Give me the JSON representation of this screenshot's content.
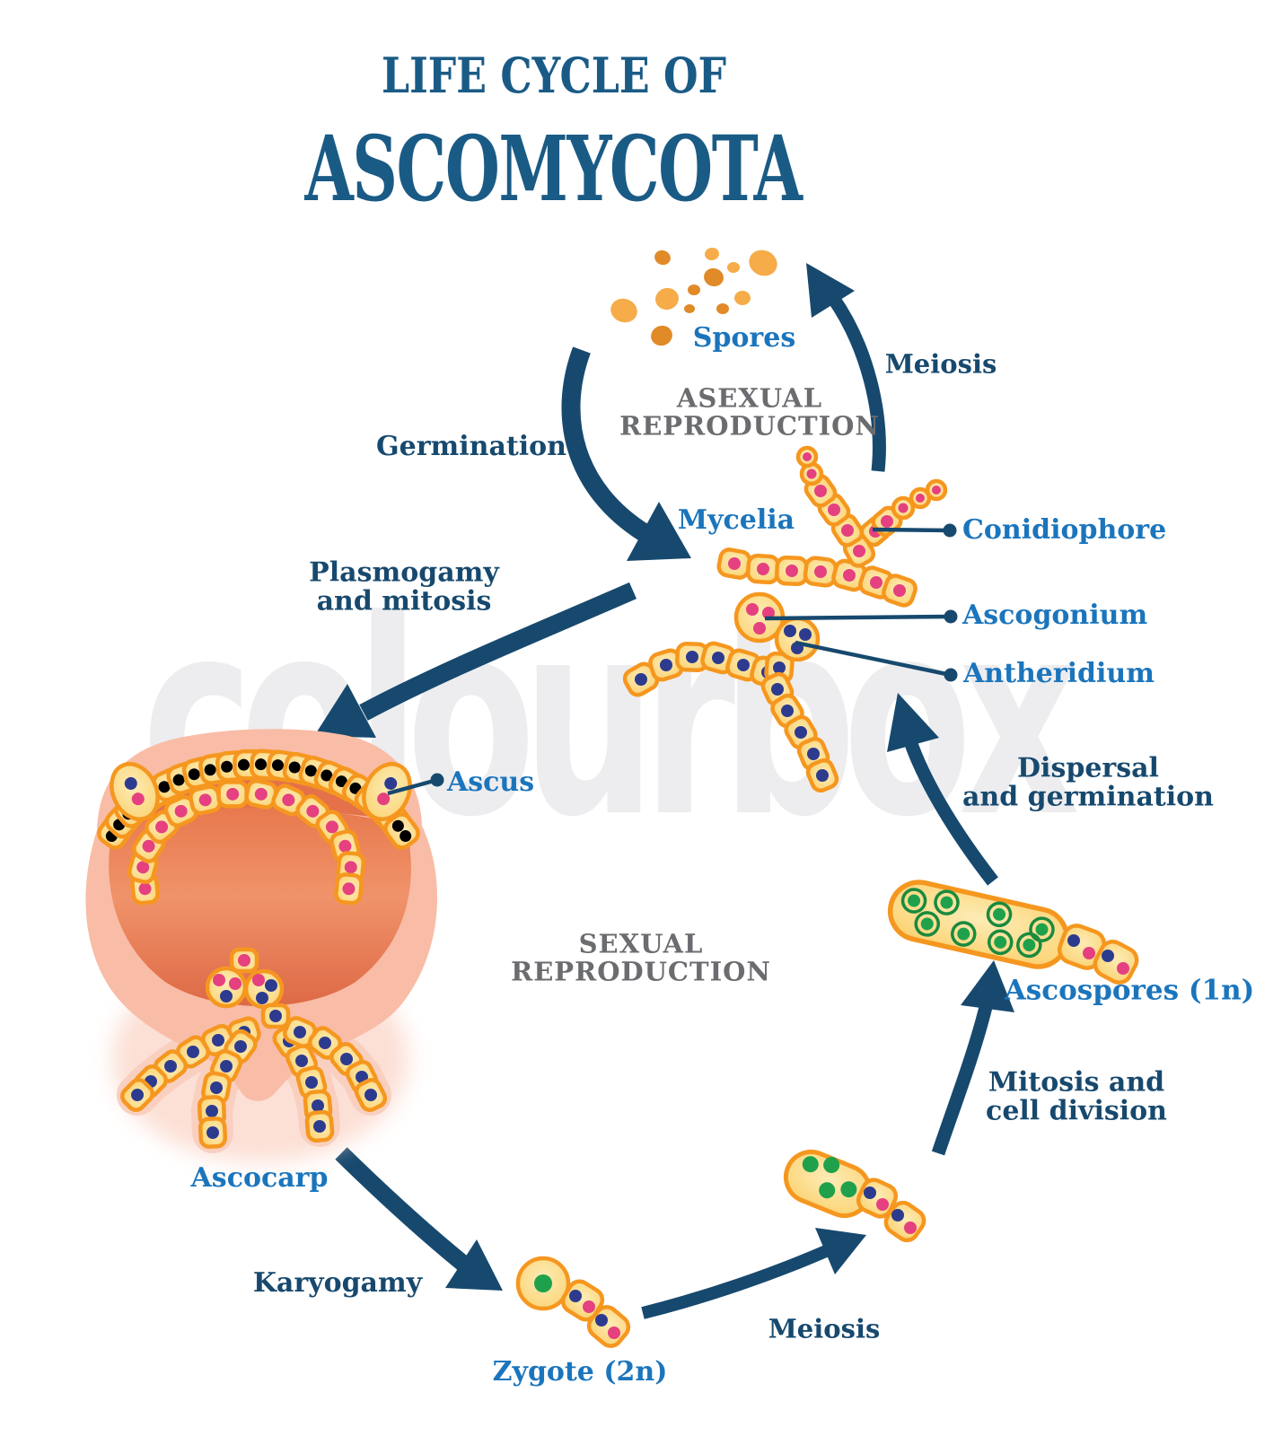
{
  "title": {
    "line1": "LIFE CYCLE OF",
    "line2": "ASCOMYCOTA"
  },
  "watermark": "colourbox",
  "labels": {
    "spores": "Spores",
    "meiosis_top": "Meiosis",
    "asexual1": "ASEXUAL",
    "asexual2": "REPRODUCTION",
    "germination": "Germination",
    "mycelia": "Mycelia",
    "conidiophore": "Conidiophore",
    "ascogonium": "Ascogonium",
    "antheridium": "Antheridium",
    "plasmogamy1": "Plasmogamy",
    "plasmogamy2": "and mitosis",
    "dispersal1": "Dispersal",
    "dispersal2": "and germination",
    "ascus": "Ascus",
    "sexual1": "SEXUAL",
    "sexual2": "REPRODUCTION",
    "ascospores": "Ascospores (1n)",
    "mitosis1": "Mitosis and",
    "mitosis2": "cell division",
    "meiosis_bottom": "Meiosis",
    "zygote": "Zygote (2n)",
    "karyogamy": "Karyogamy",
    "ascocarp": "Ascocarp"
  },
  "colors": {
    "title_navy": "#1A5B86",
    "label_blue": "#1B75BC",
    "arrow_navy": "#17496E",
    "label_gray": "#6B6C6F",
    "cell_fill": "#FBD271",
    "cell_border": "#F5971F",
    "nucleus_pink": "#E5407F",
    "nucleus_blue": "#2D3B8F",
    "nucleus_green": "#1FA14C",
    "spore_light": "#F5AC49",
    "spore_dark": "#E08A28",
    "ascocarp_outer_pink": "#F9BCA6",
    "ascocarp_rim": "#E4714A",
    "ascocarp_bowl": "#F0936A",
    "watermark_gray": "#EDEDEF"
  }
}
